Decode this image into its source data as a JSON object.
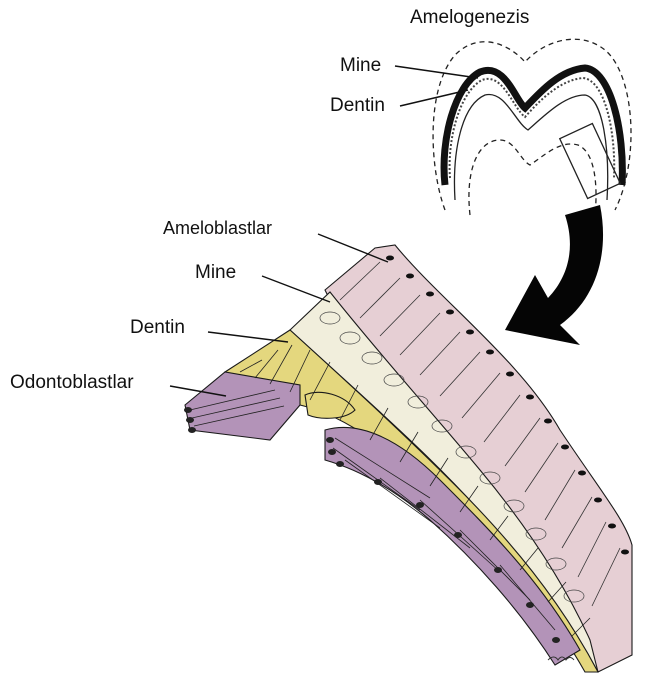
{
  "labels": {
    "title": "Amelogenezis",
    "mine_top": "Mine",
    "dentin_top": "Dentin",
    "ameloblastlar": "Ameloblastlar",
    "mine": "Mine",
    "dentin": "Dentin",
    "odontoblastlar": "Odontoblastlar"
  },
  "colors": {
    "ameloblast_fill": "#e6cfd4",
    "enamel_fill": "#f1eedc",
    "dentin_fill": "#e4d77e",
    "odontoblast_fill": "#b393b8",
    "outline": "#1a1a1a",
    "nucleus": "#111111"
  }
}
